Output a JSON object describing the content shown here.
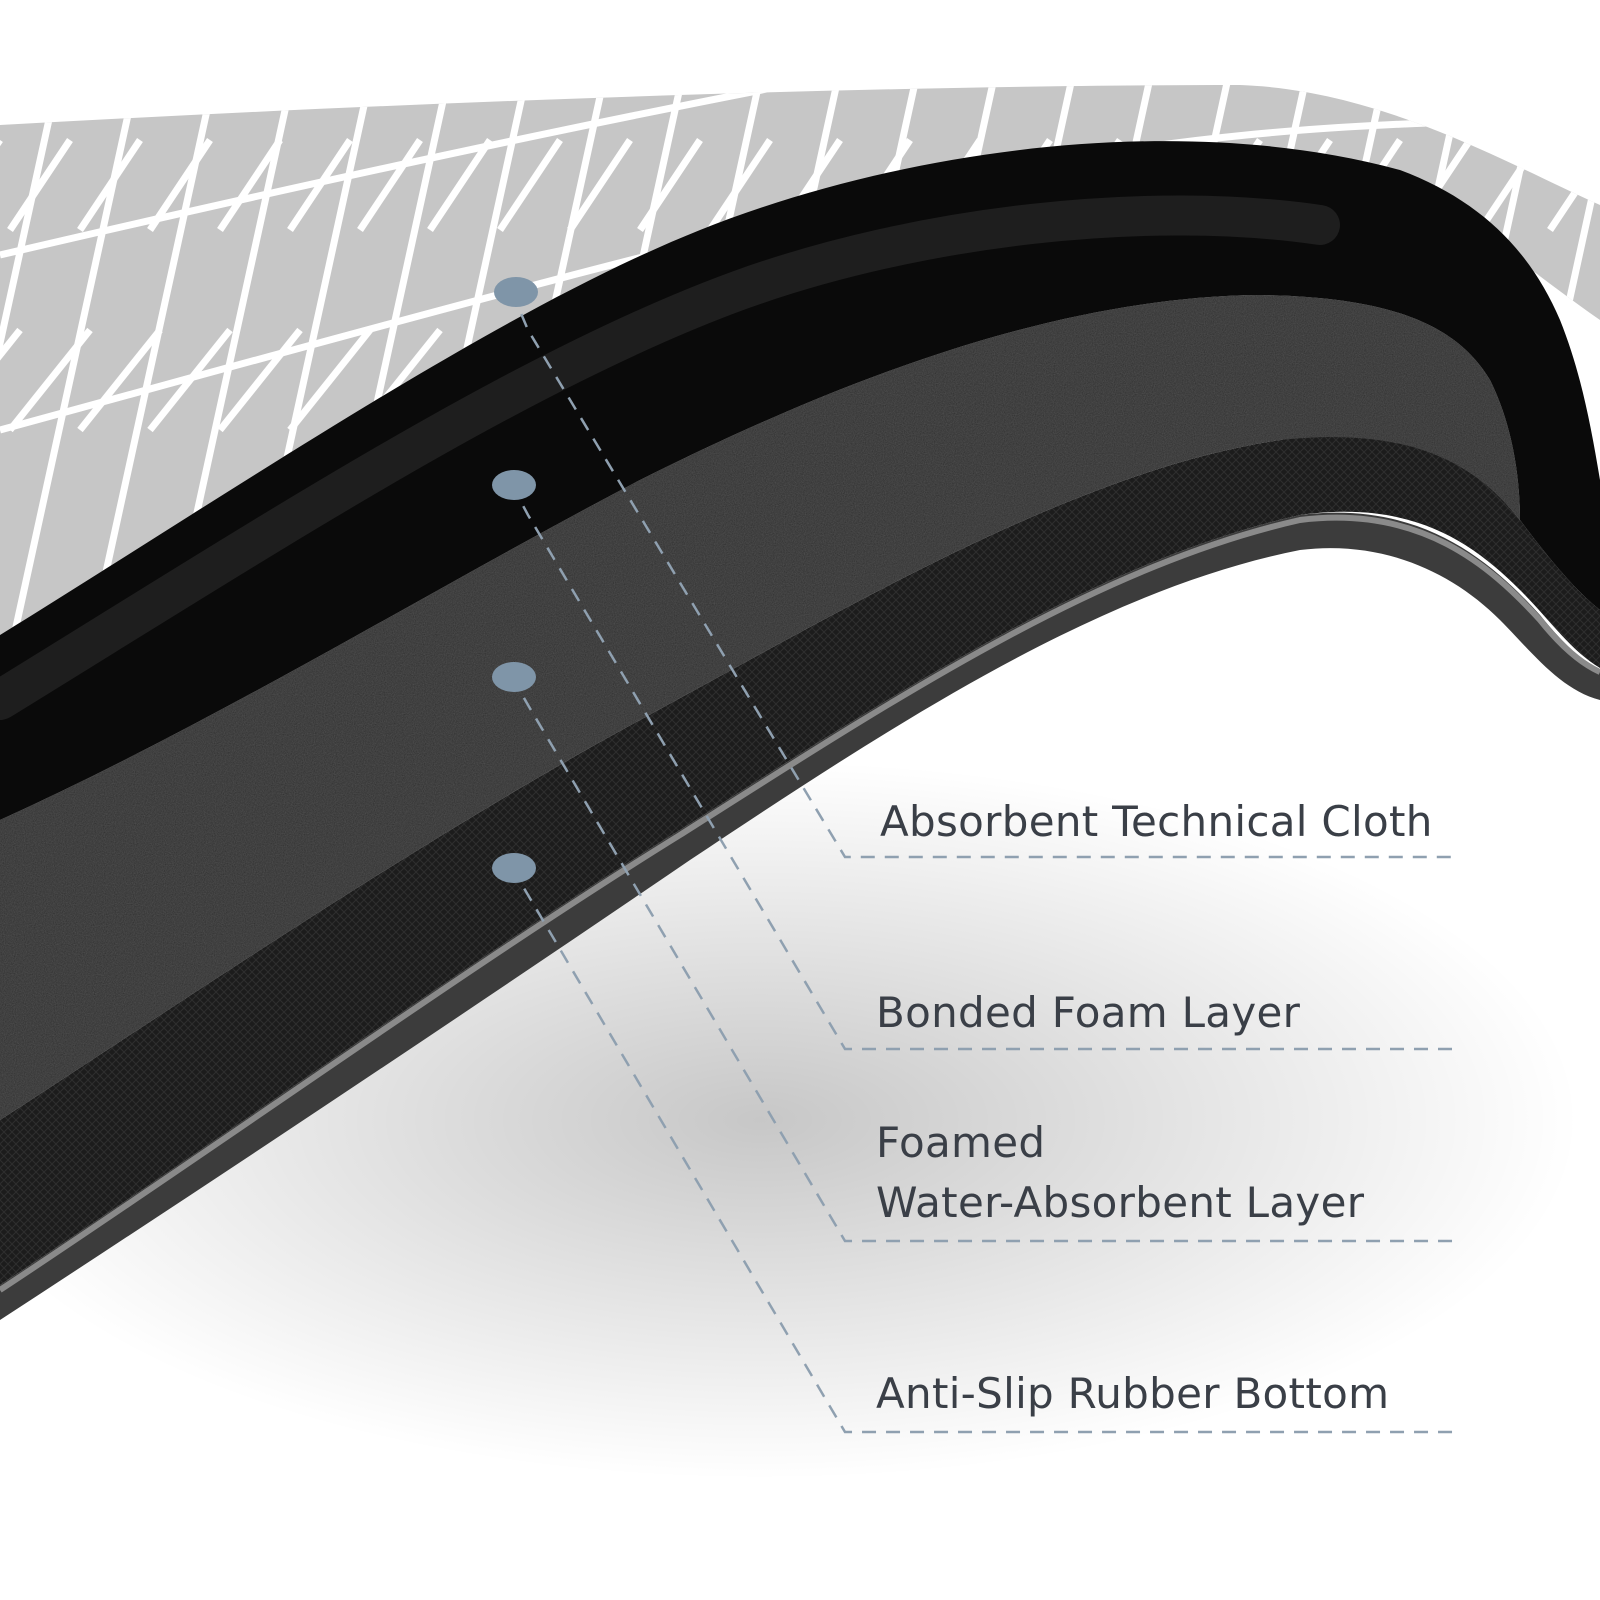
{
  "colors": {
    "background": "#ffffff",
    "pattern_base": "#c6c6c6",
    "pattern_lines": "#ffffff",
    "top_black_layer": "#0a0a0a",
    "foam_layer": "#2a2a2a",
    "mesh_layer": "#1c1c1c",
    "rubber_bottom": "#3c3c3c",
    "rubber_edge": "#8a8a8a",
    "marker_dot": "#7f95a8",
    "leader_line": "#8fa0b0",
    "label_text": "#3a3f47"
  },
  "layers": [
    {
      "id": "absorbent-technical-cloth",
      "label": "Absorbent Technical Cloth"
    },
    {
      "id": "bonded-foam-layer",
      "label": "Bonded Foam Layer"
    },
    {
      "id": "foamed-water-absorbent-layer",
      "label_line1": "Foamed",
      "label_line2": "Water-Absorbent Layer"
    },
    {
      "id": "anti-slip-rubber-bottom",
      "label": "Anti-Slip Rubber Bottom"
    }
  ]
}
